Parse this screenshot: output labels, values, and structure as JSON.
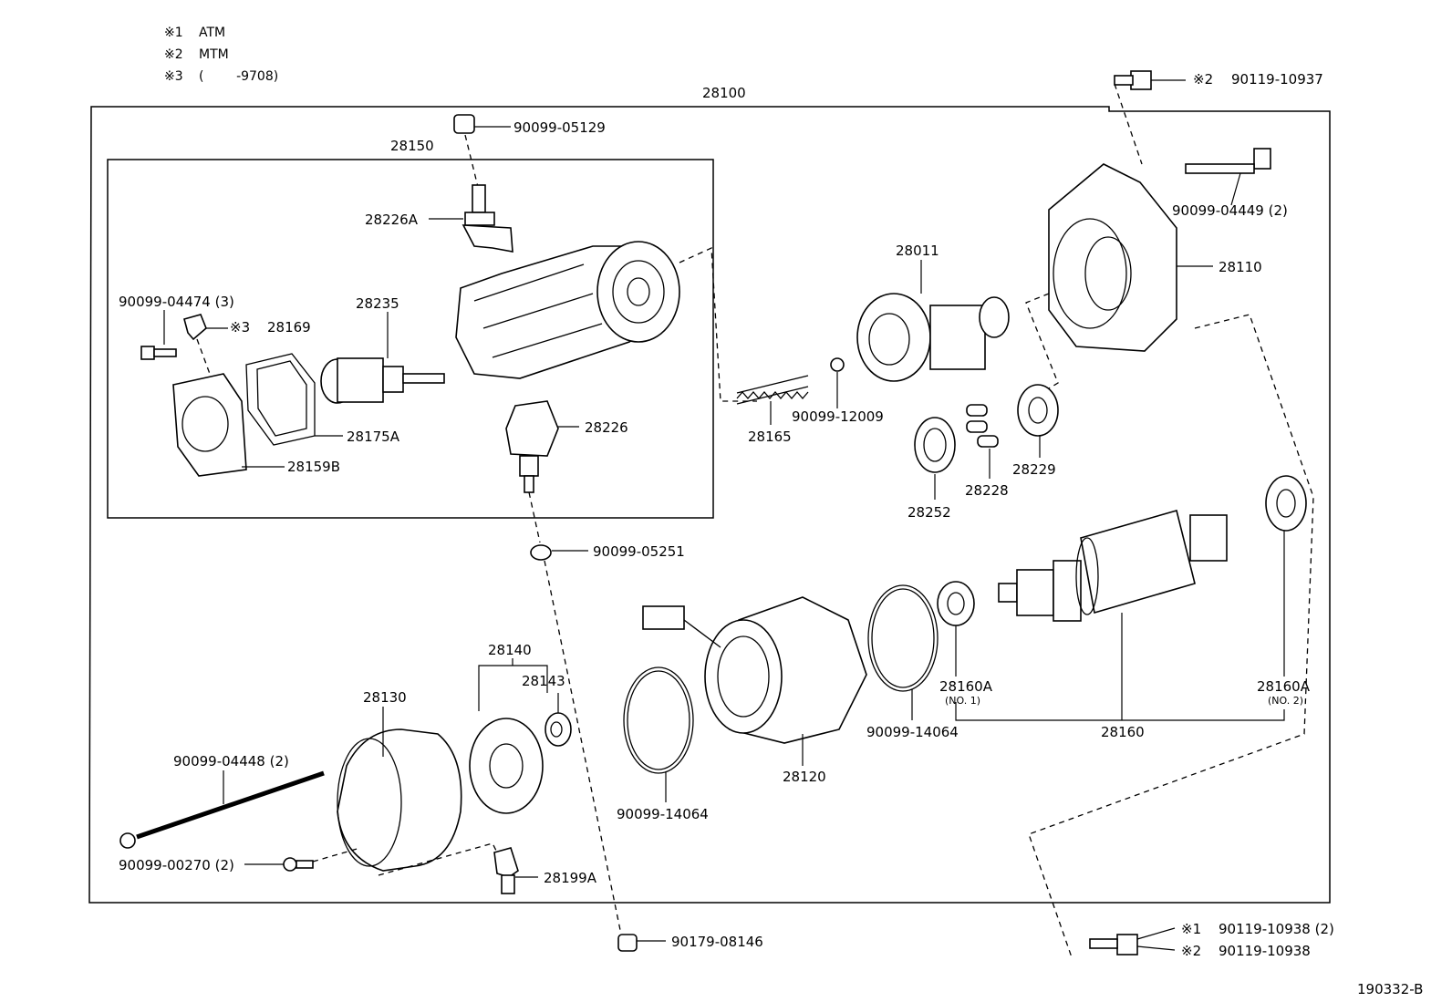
{
  "legend": [
    {
      "mark": "※1",
      "text": "ATM"
    },
    {
      "mark": "※2",
      "text": "MTM"
    },
    {
      "mark": "※3",
      "text": "(        -9708)"
    }
  ],
  "labels": {
    "p28100": "28100",
    "p28150": "28150",
    "p90099_05129": "90099-05129",
    "p28226A": "28226A",
    "p90099_04474": "90099-04474 (3)",
    "p28169_mark": "※3",
    "p28169": "28169",
    "p28235": "28235",
    "p28175A": "28175A",
    "p28159B": "28159B",
    "p28226": "28226",
    "p90099_05251": "90099-05251",
    "p28165": "28165",
    "p90099_12009": "90099-12009",
    "p28011": "28011",
    "p90119_10937_mark": "※2",
    "p90119_10937": "90119-10937",
    "p90099_04449": "90099-04449 (2)",
    "p28110": "28110",
    "p28252": "28252",
    "p28228": "28228",
    "p28229": "28229",
    "p28140": "28140",
    "p28143": "28143",
    "p28130": "28130",
    "p90099_04448": "90099-04448 (2)",
    "p90099_00270": "90099-00270 (2)",
    "p28199A": "28199A",
    "p28120": "28120",
    "p90099_14064_a": "90099-14064",
    "p90099_14064_b": "90099-14064",
    "p28160A_1": "28160A",
    "p28160A_1_sub": "(NO. 1)",
    "p28160A_2": "28160A",
    "p28160A_2_sub": "(NO. 2)",
    "p28160": "28160",
    "p90179_08146": "90179-08146",
    "p90119_10938_a_mark": "※1",
    "p90119_10938_a": "90119-10938 (2)",
    "p90119_10938_b_mark": "※2",
    "p90119_10938_b": "90119-10938",
    "figure_id": "190332-B"
  }
}
